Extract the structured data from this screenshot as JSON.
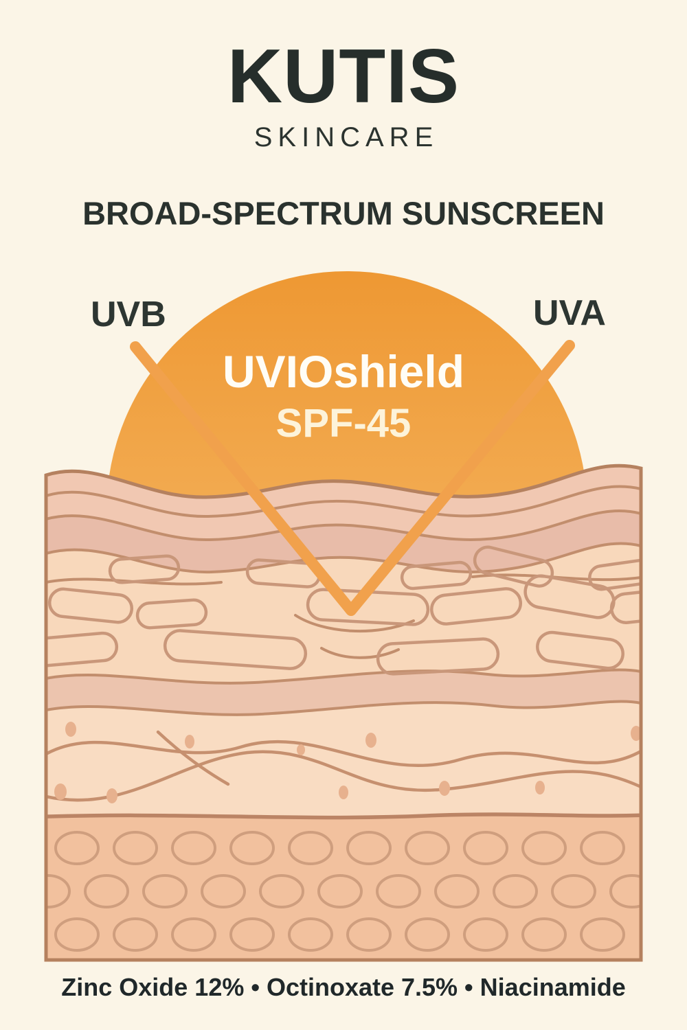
{
  "brand": {
    "name": "KUTIS",
    "tagline": "SKINCARE"
  },
  "heading": "BROAD-SPECTRUM SUNSCREEN",
  "sun": {
    "product_name": "UVIOshield",
    "spf_label": "SPF-45"
  },
  "uv": {
    "left_label": "UVB",
    "right_label": "UVA"
  },
  "ingredients": {
    "text": "Zinc Oxide 12% • Octinoxate 7.5% • Niacinamide",
    "items": [
      {
        "name": "Zinc Oxide",
        "amount": "12%"
      },
      {
        "name": "Octinoxate",
        "amount": "7.5%"
      },
      {
        "name": "Niacinamide",
        "amount": ""
      }
    ]
  },
  "illustration_elements": [
    "sun-icon",
    "uv-ray-v-icon",
    "skin-cross-section"
  ],
  "colors": {
    "background": "#fbf5e7",
    "text_dark": "#262e2b",
    "sun_gradient_top": "#ee9833",
    "sun_gradient_bottom": "#f8ce80",
    "ray_orange": "#f1a14c",
    "skin_outline": "#b5815f",
    "epidermis": "#f1c8b2",
    "epidermis_deep": "#e8bca9",
    "dermis": "#f8d8bb",
    "dermis_band": "#ecc4ae",
    "fat_layer": "#f2c19e"
  }
}
